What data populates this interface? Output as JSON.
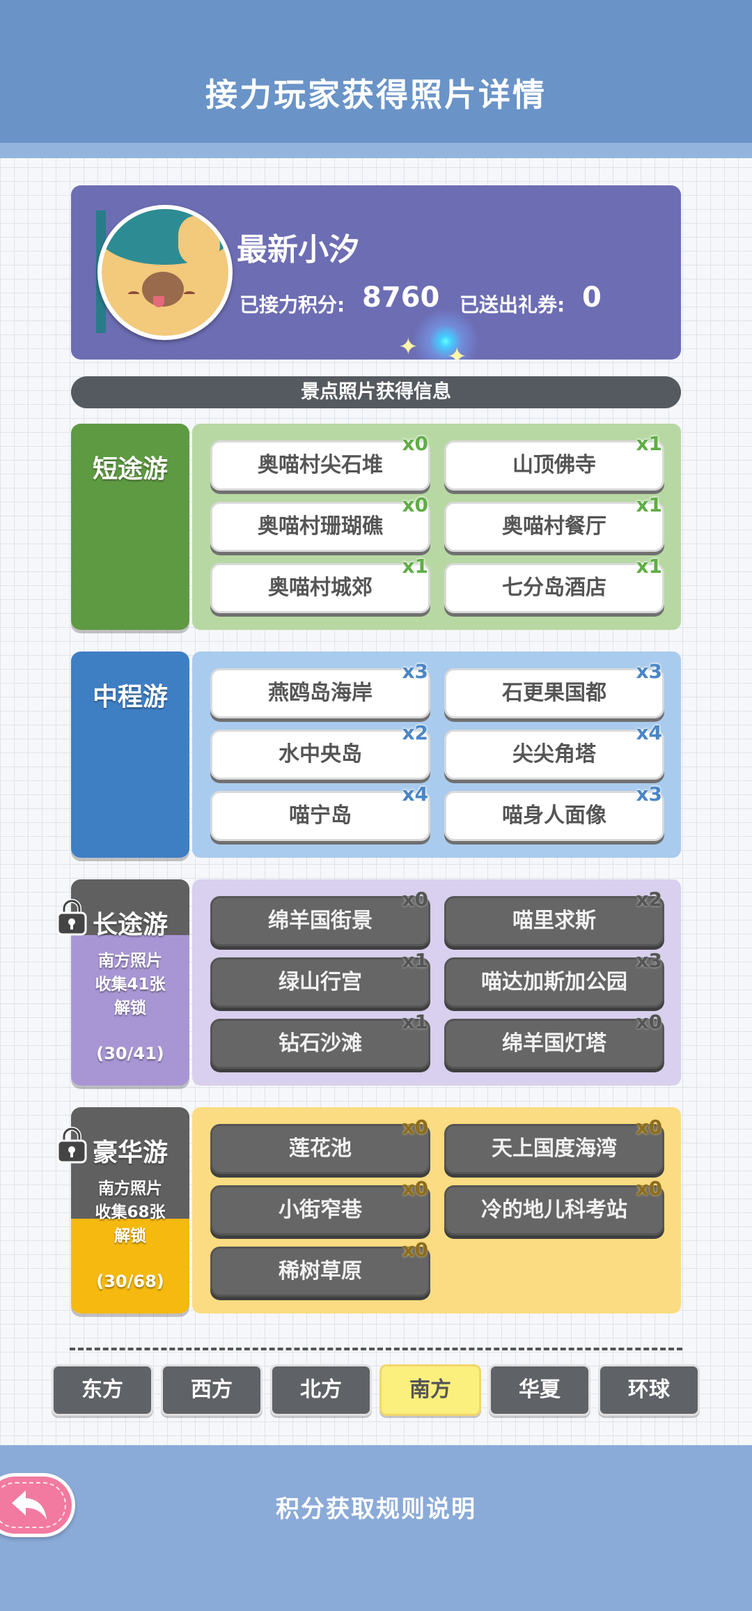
{
  "header": {
    "title": "接力玩家获得照片详情"
  },
  "profile": {
    "name": "最新小汐",
    "points_label": "已接力积分:",
    "points_value": "8760",
    "gifts_label": "已送出礼券:",
    "gifts_value": "0"
  },
  "section_title": "景点照片获得信息",
  "categories": [
    {
      "title": "短途游",
      "locked": false,
      "items": [
        {
          "name": "奥喵村尖石堆",
          "count": "x0"
        },
        {
          "name": "山顶佛寺",
          "count": "x1"
        },
        {
          "name": "奥喵村珊瑚礁",
          "count": "x0"
        },
        {
          "name": "奥喵村餐厅",
          "count": "x1"
        },
        {
          "name": "奥喵村城郊",
          "count": "x1"
        },
        {
          "name": "七分岛酒店",
          "count": "x1"
        }
      ]
    },
    {
      "title": "中程游",
      "locked": false,
      "items": [
        {
          "name": "燕鸥岛海岸",
          "count": "x3"
        },
        {
          "name": "石更果国都",
          "count": "x3"
        },
        {
          "name": "水中央岛",
          "count": "x2"
        },
        {
          "name": "尖尖角塔",
          "count": "x4"
        },
        {
          "name": "喵宁岛",
          "count": "x4"
        },
        {
          "name": "喵身人面像",
          "count": "x3"
        }
      ]
    },
    {
      "title": "长途游",
      "locked": true,
      "unlock_line1": "南方照片",
      "unlock_line2": "收集41张",
      "unlock_line3": "解锁",
      "progress": "(30/41)",
      "items": [
        {
          "name": "绵羊国街景",
          "count": "x0"
        },
        {
          "name": "喵里求斯",
          "count": "x2"
        },
        {
          "name": "绿山行宫",
          "count": "x1"
        },
        {
          "name": "喵达加斯加公园",
          "count": "x3"
        },
        {
          "name": "钻石沙滩",
          "count": "x1"
        },
        {
          "name": "绵羊国灯塔",
          "count": "x0"
        }
      ]
    },
    {
      "title": "豪华游",
      "locked": true,
      "unlock_line1": "南方照片",
      "unlock_line2": "收集68张",
      "unlock_line3": "解锁",
      "progress": "(30/68)",
      "items": [
        {
          "name": "莲花池",
          "count": "x0"
        },
        {
          "name": "天上国度海湾",
          "count": "x0"
        },
        {
          "name": "小街窄巷",
          "count": "x0"
        },
        {
          "name": "冷的地儿科考站",
          "count": "x0"
        },
        {
          "name": "稀树草原",
          "count": "x0"
        }
      ]
    }
  ],
  "tabs": [
    "东方",
    "西方",
    "北方",
    "南方",
    "华夏",
    "环球"
  ],
  "active_tab": "南方",
  "footer": {
    "rules_link": "积分获取规则说明"
  },
  "colors": {
    "header_bg": "#6a93c7",
    "profile_bg": "#6d6db4",
    "short_trip": "#5e9a42",
    "mid_trip": "#3e7fc4",
    "long_trip": "#a896d4",
    "luxury_trip": "#f5b90f",
    "active_tab": "#fbef7d"
  },
  "icons": {
    "back": "back-arrow-icon",
    "lock": "lock-icon",
    "avatar": "cat-avatar"
  }
}
